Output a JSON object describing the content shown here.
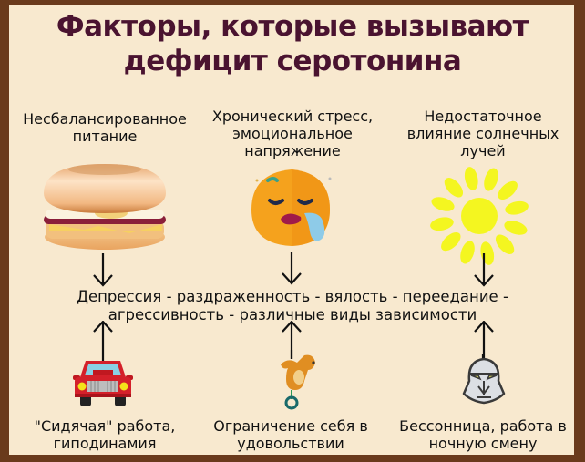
{
  "title": "Факторы, которые вызывают\nдефицит серотонина",
  "title_lines": [
    "Факторы, которые вызывают",
    "дефицит серотонина"
  ],
  "colors": {
    "frame": "#6a3a1c",
    "background": "#f8e9cf",
    "title": "#4a1330",
    "text": "#111111",
    "sun": "#f5f724"
  },
  "top_factors": [
    {
      "label": "Несбалансированное\nпитание",
      "icon": "burger-icon"
    },
    {
      "label": "Хронический стресс,\nэмоциональное\nнапряжение",
      "icon": "crying-face-icon"
    },
    {
      "label": "Недостаточное\nвлияние солнечных\nлучей",
      "icon": "sun-icon"
    }
  ],
  "center": {
    "text": "Депрессия - раздраженность - вялость - переедание -\nагрессивность - различные виды зависимости"
  },
  "bottom_factors": [
    {
      "label": "\"Сидячая\" работа,\nгиподинамия",
      "icon": "car-icon"
    },
    {
      "label": "Ограничение себя в\nудовольствии",
      "icon": "bear-on-unicycle-icon"
    },
    {
      "label": "Бессонница, работа в\nночную смену",
      "icon": "trooper-helmet-icon"
    }
  ]
}
